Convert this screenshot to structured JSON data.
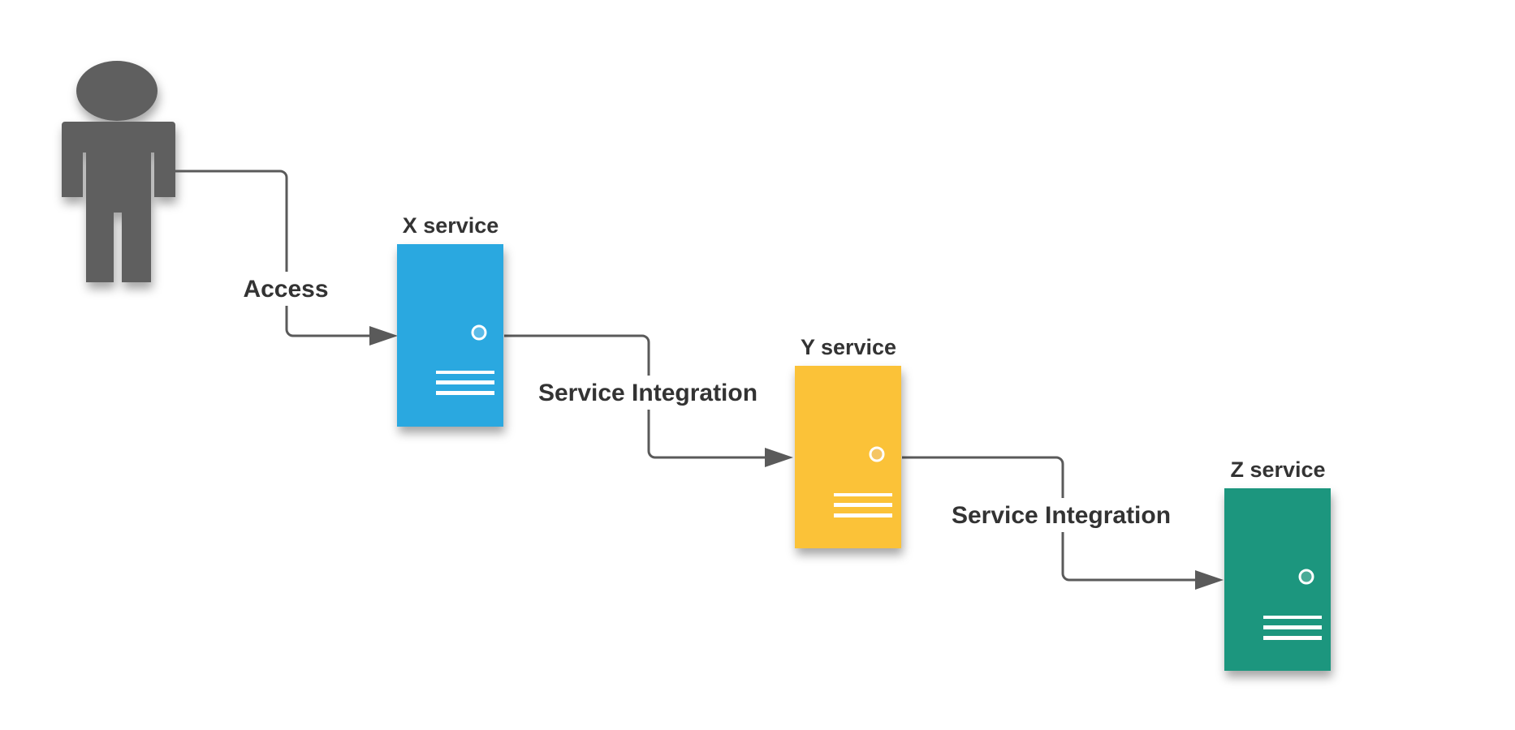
{
  "diagram": {
    "actor": {
      "name": "user",
      "icon": "person-icon",
      "color": "#5f5f5f"
    },
    "nodes": [
      {
        "id": "x",
        "label": "X service",
        "icon": "server-icon",
        "color": "#29a8e0"
      },
      {
        "id": "y",
        "label": "Y service",
        "icon": "server-icon",
        "color": "#fbc239"
      },
      {
        "id": "z",
        "label": "Z service",
        "icon": "server-icon",
        "color": "#1b967e"
      }
    ],
    "edges": [
      {
        "from": "user",
        "to": "x",
        "label": "Access"
      },
      {
        "from": "x",
        "to": "y",
        "label": "Service Integration"
      },
      {
        "from": "y",
        "to": "z",
        "label": "Service Integration"
      }
    ],
    "line_color": "#5a5a5a",
    "text_color": "#333333"
  }
}
